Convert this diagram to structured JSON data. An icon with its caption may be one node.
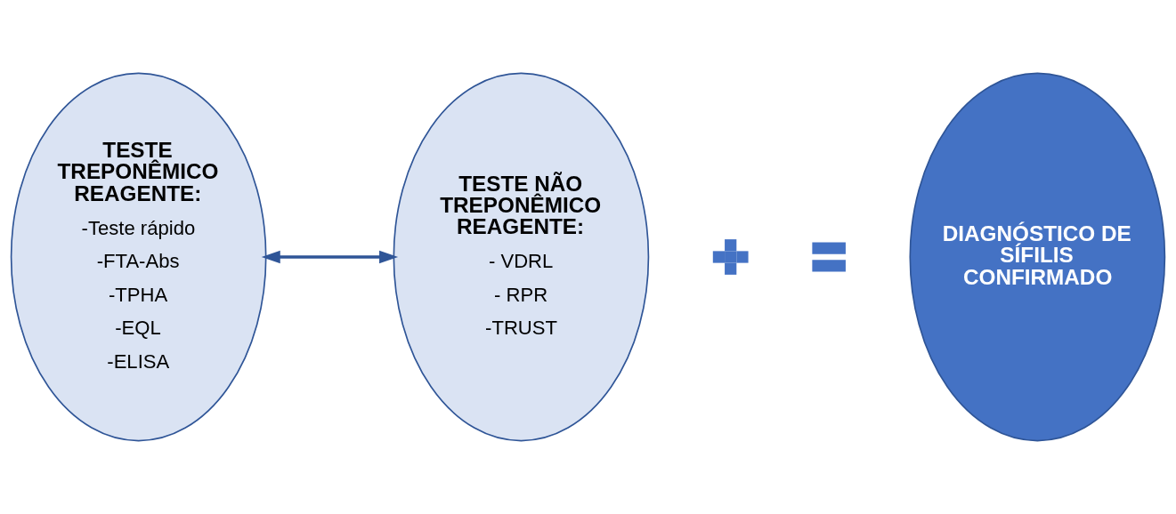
{
  "diagram": {
    "nodes": [
      {
        "text": [
          "TESTE TREPONÊMICO REAGENTE:",
          "-Teste rápido",
          "-FTA-Abs",
          "-TPHA",
          "-EQL",
          "-ELISA"
        ]
      },
      {
        "text": [],
        "shape": "plus"
      },
      {
        "text": [
          "TESTE NÃO TREPONÊMICO REAGENTE:",
          "- VDRL",
          "- RPR",
          "-TRUST"
        ]
      },
      {
        "text": [],
        "shape": "equals"
      },
      {
        "text": [
          "DIAGNÓSTICO DE SÍFILIS CONFIRMADO"
        ]
      }
    ],
    "edges": [
      {
        "from": 0,
        "to": 2,
        "arrow": "both"
      }
    ]
  }
}
